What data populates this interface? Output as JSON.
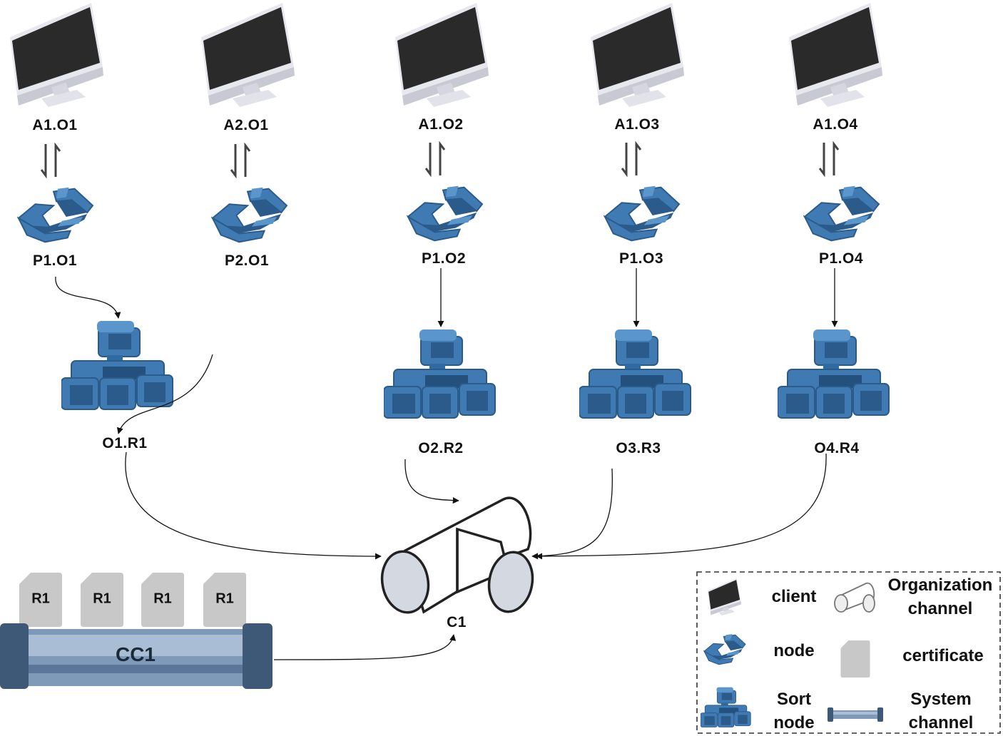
{
  "clients": [
    {
      "label": "A1.O1"
    },
    {
      "label": "A2.O1"
    },
    {
      "label": "A1.O2"
    },
    {
      "label": "A1.O3"
    },
    {
      "label": "A1.O4"
    }
  ],
  "peers": [
    {
      "label": "P1.O1"
    },
    {
      "label": "P2.O1"
    },
    {
      "label": "P1.O2"
    },
    {
      "label": "P1.O3"
    },
    {
      "label": "P1.O4"
    }
  ],
  "orderers": [
    {
      "label": "O1.R1"
    },
    {
      "label": "O2.R2"
    },
    {
      "label": "O3.R3"
    },
    {
      "label": "O4.R4"
    }
  ],
  "org_channel": {
    "label": "C1"
  },
  "system_channel": {
    "label": "CC1"
  },
  "certificates": [
    {
      "label": "R1"
    },
    {
      "label": "R1"
    },
    {
      "label": "R1"
    },
    {
      "label": "R1"
    }
  ],
  "legend": {
    "client": "client",
    "org_channel_line1": "Organization",
    "org_channel_line2": "channel",
    "node": "node",
    "certificate": "certificate",
    "sort_node_line1": "Sort",
    "sort_node_line2": "node",
    "system_channel_line1": "System",
    "system_channel_line2": "channel"
  },
  "colors": {
    "node_blue": "#3f7ab2",
    "node_dark": "#2b5b8a",
    "monitor_frame": "#dcdce6",
    "monitor_screen": "#2a2a2a",
    "certificate": "#c8c8c8",
    "channel_fill": "#d4d8e0",
    "system_channel": "#4a6484"
  }
}
